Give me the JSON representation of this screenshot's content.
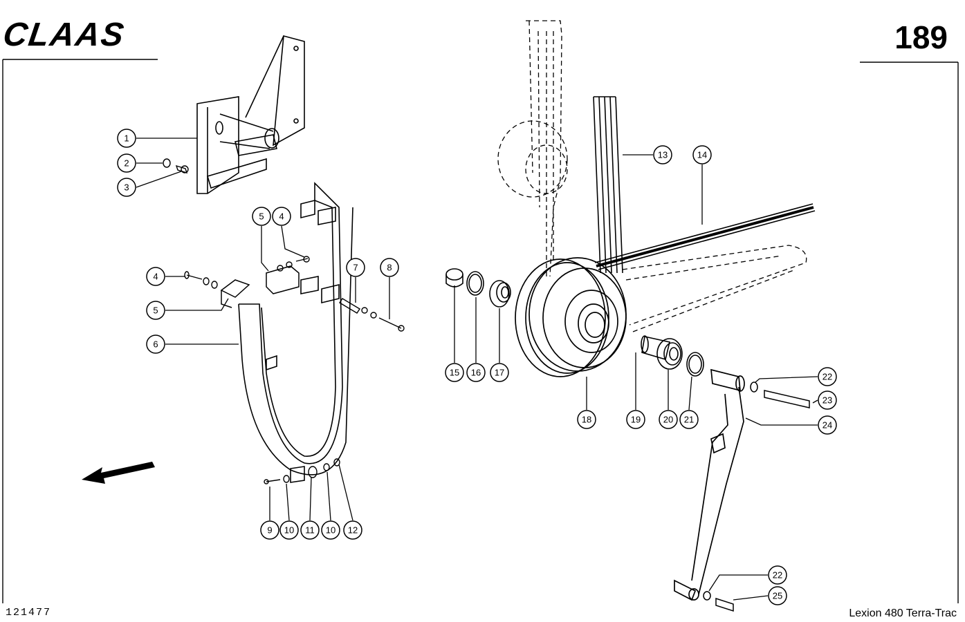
{
  "header": {
    "brand": "CLAAS",
    "page_number": "189"
  },
  "footer": {
    "drawing_number": "121477",
    "model": "Lexion 480 Terra-Trac"
  },
  "callouts": {
    "c1": "1",
    "c2": "2",
    "c3": "3",
    "c4a": "4",
    "c4b": "4",
    "c5a": "5",
    "c5b": "5",
    "c6": "6",
    "c7": "7",
    "c8": "8",
    "c9": "9",
    "c10a": "10",
    "c10b": "10",
    "c11": "11",
    "c12": "12",
    "c13": "13",
    "c14": "14",
    "c15": "15",
    "c16": "16",
    "c17": "17",
    "c18": "18",
    "c19": "19",
    "c20": "20",
    "c21": "21",
    "c22a": "22",
    "c22b": "22",
    "c23": "23",
    "c24": "24",
    "c25": "25"
  }
}
